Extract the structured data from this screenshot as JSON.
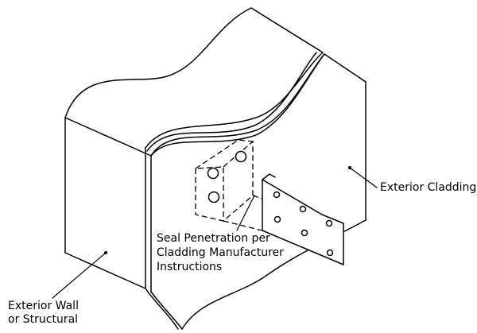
{
  "labels": {
    "exterior_cladding": "Exterior Cladding",
    "seal_penetration": [
      "Seal Penetration per",
      "Cladding Manufacturer",
      "Instructions"
    ],
    "exterior_wall": [
      "Exterior Wall",
      "or Structural"
    ]
  },
  "colors": {
    "line": "#000000",
    "background": "#ffffff"
  }
}
